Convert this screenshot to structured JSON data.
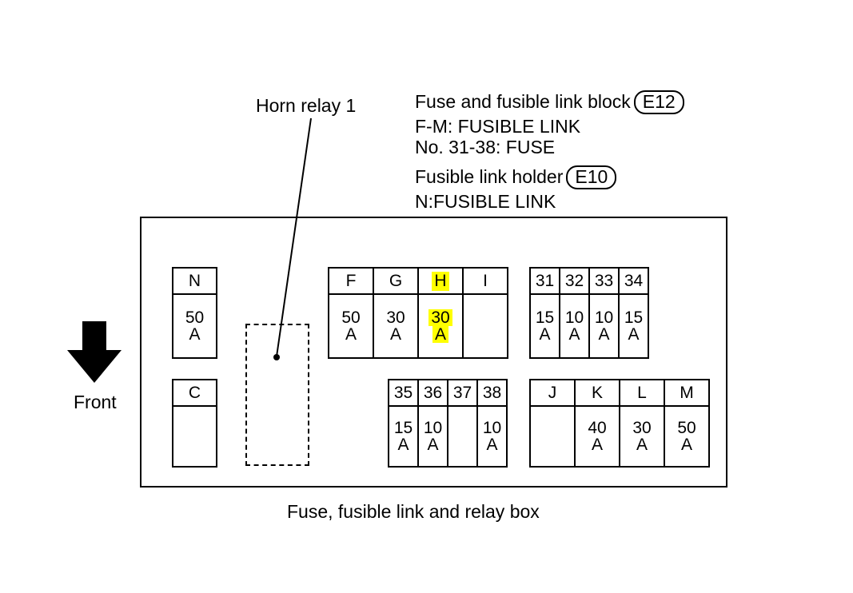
{
  "labels": {
    "horn_relay": "Horn relay 1",
    "fuse_block_title": "Fuse and fusible link block",
    "fuse_block_code": "E12",
    "fm_line": "F-M: FUSIBLE LINK",
    "no_line": "No. 31-38: FUSE",
    "holder_title": "Fusible link holder",
    "holder_code": "E10",
    "n_line": "N:FUSIBLE LINK",
    "front": "Front",
    "caption": "Fuse, fusible link and relay box"
  },
  "colors": {
    "highlight": "#ffff00",
    "line": "#000000"
  },
  "icons": {
    "front_arrow": "down-arrow-icon"
  },
  "highlighted_slot": "H",
  "groups": [
    {
      "id": "N",
      "slots": [
        {
          "label": "N",
          "rating": "50",
          "unit": "A"
        }
      ]
    },
    {
      "id": "C",
      "slots": [
        {
          "label": "C",
          "rating": "",
          "unit": ""
        }
      ]
    },
    {
      "id": "FGHI",
      "slots": [
        {
          "label": "F",
          "rating": "50",
          "unit": "A"
        },
        {
          "label": "G",
          "rating": "30",
          "unit": "A"
        },
        {
          "label": "H",
          "rating": "30",
          "unit": "A"
        },
        {
          "label": "I",
          "rating": "",
          "unit": ""
        }
      ]
    },
    {
      "id": "31-34",
      "slots": [
        {
          "label": "31",
          "rating": "15",
          "unit": "A"
        },
        {
          "label": "32",
          "rating": "10",
          "unit": "A"
        },
        {
          "label": "33",
          "rating": "10",
          "unit": "A"
        },
        {
          "label": "34",
          "rating": "15",
          "unit": "A"
        }
      ]
    },
    {
      "id": "35-38",
      "slots": [
        {
          "label": "35",
          "rating": "15",
          "unit": "A"
        },
        {
          "label": "36",
          "rating": "10",
          "unit": "A"
        },
        {
          "label": "37",
          "rating": "",
          "unit": ""
        },
        {
          "label": "38",
          "rating": "10",
          "unit": "A"
        }
      ]
    },
    {
      "id": "JKLM",
      "slots": [
        {
          "label": "J",
          "rating": "",
          "unit": ""
        },
        {
          "label": "K",
          "rating": "40",
          "unit": "A"
        },
        {
          "label": "L",
          "rating": "30",
          "unit": "A"
        },
        {
          "label": "M",
          "rating": "50",
          "unit": "A"
        }
      ]
    }
  ]
}
